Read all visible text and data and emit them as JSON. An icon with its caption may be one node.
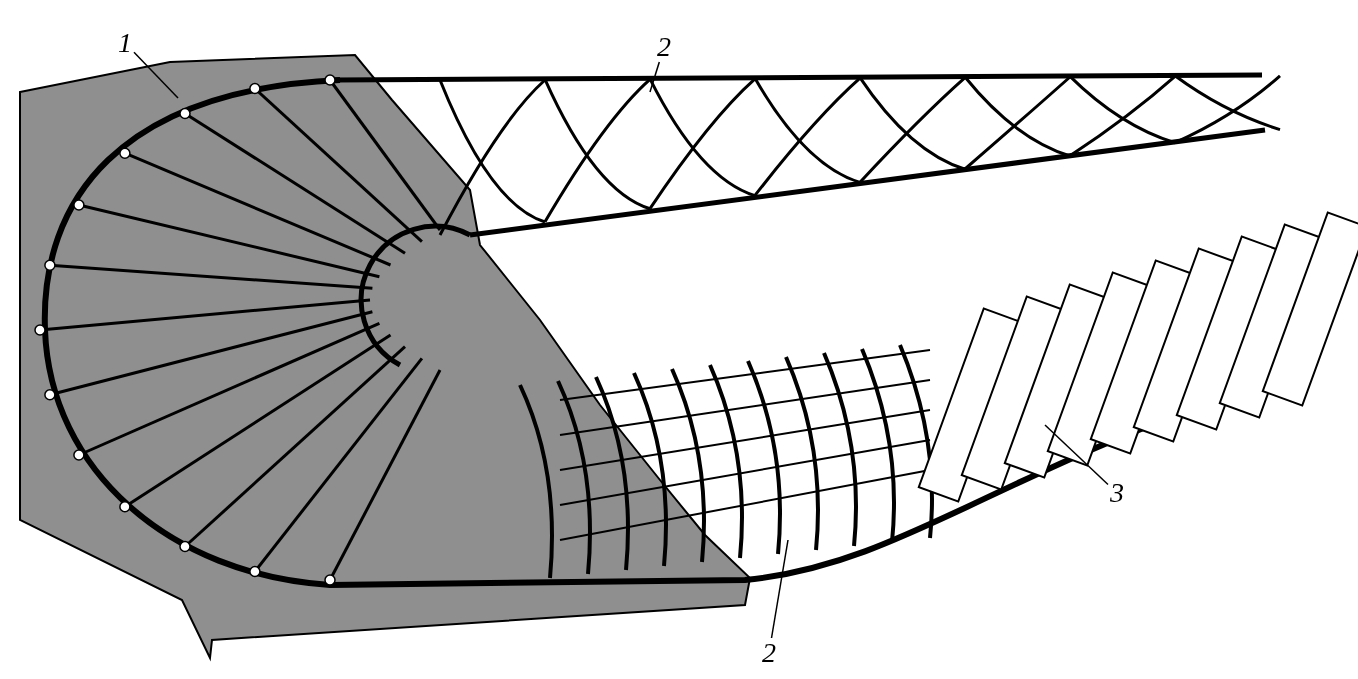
{
  "diagram": {
    "nodes": [
      {
        "text": [
          "1"
        ]
      },
      {
        "text": [
          "2"
        ]
      },
      {
        "text": [
          "2"
        ]
      },
      {
        "text": [
          "3"
        ]
      }
    ],
    "edges": [
      {
        "from": 0,
        "to": null,
        "arrow": "none"
      },
      {
        "from": 1,
        "to": null,
        "arrow": "none"
      },
      {
        "from": 2,
        "to": null,
        "arrow": "none"
      },
      {
        "from": 3,
        "to": null,
        "arrow": "none"
      }
    ]
  }
}
